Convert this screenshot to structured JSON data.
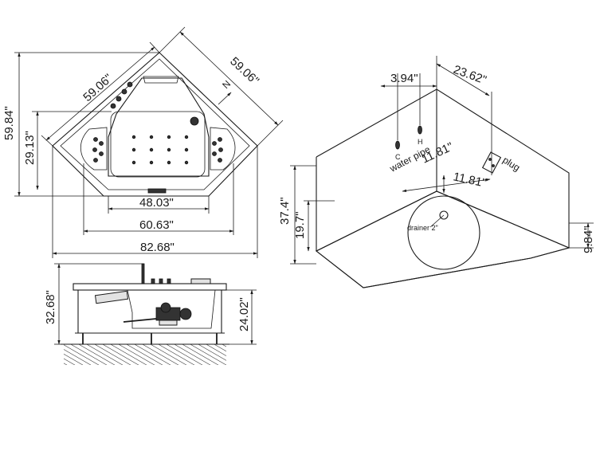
{
  "top_view": {
    "dim_side_left": "59.06\"",
    "dim_side_right": "59.06\"",
    "dim_height_total": "59.84\"",
    "dim_height_front": "29.13\"",
    "dim_inner_width": "48.03\"",
    "dim_mid_width": "60.63\"",
    "dim_total_width": "82.68\"",
    "north_label": "N"
  },
  "side_view": {
    "dim_total_height": "32.68\"",
    "dim_inner_height": "24.02\""
  },
  "install_view": {
    "dim_pipe_spacing": "3.94\"",
    "dim_wall_offset": "23.62\"",
    "dim_pipe_height": "11.81\"",
    "dim_drain_offset": "11.81\"",
    "dim_wall_height": "37.4\"",
    "dim_platform_height": "19.7\"",
    "dim_right_height": "9.84\"",
    "label_cold": "C",
    "label_hot": "H",
    "label_water_pipe": "water pipe",
    "label_plug": "plug",
    "label_drainer": "drainer 2\""
  }
}
